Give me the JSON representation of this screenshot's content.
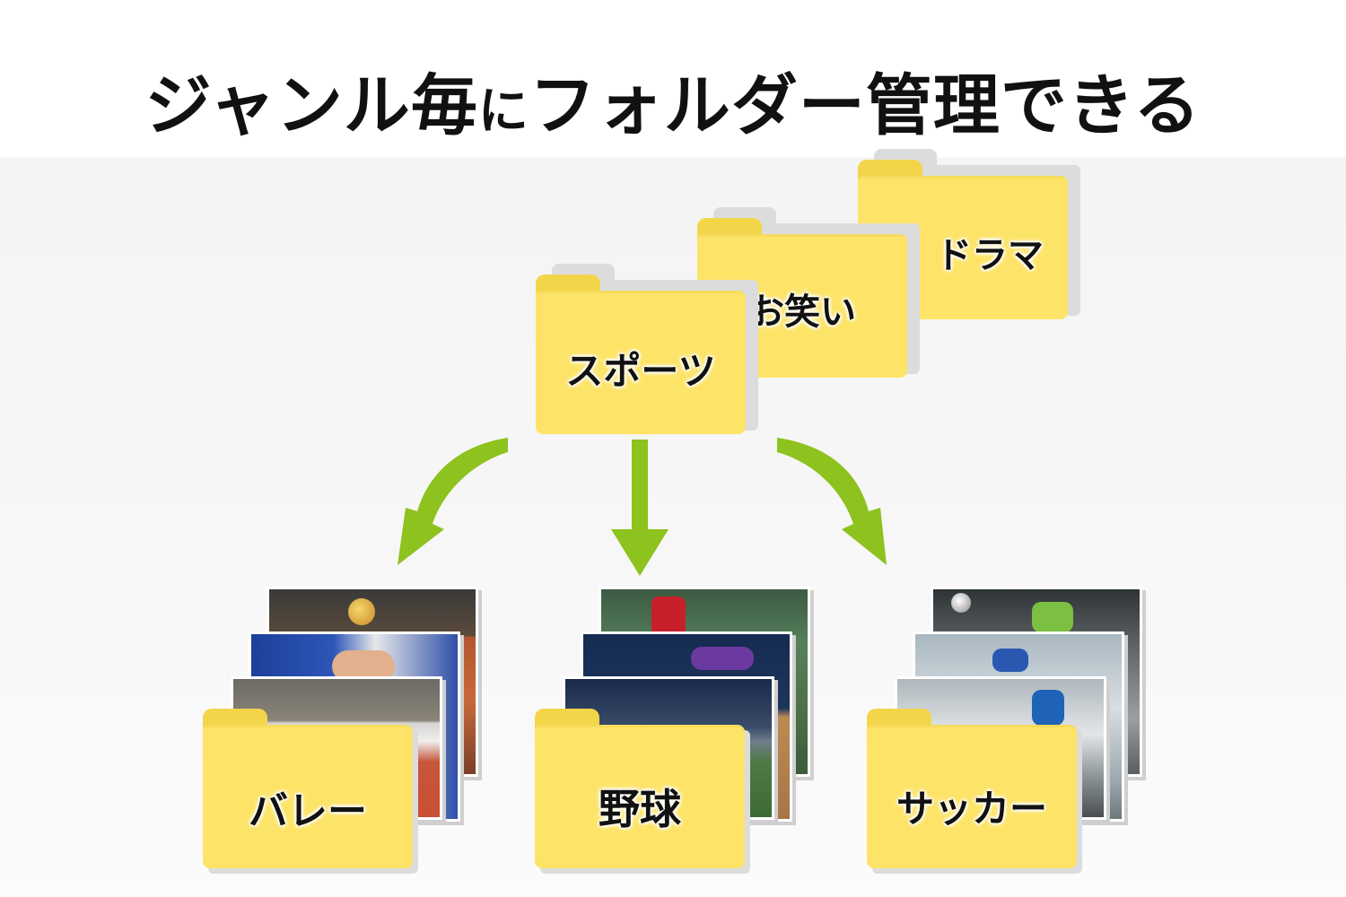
{
  "title": {
    "main": "ジャンル毎",
    "small": "に",
    "rest": "フォルダー管理できる"
  },
  "top_folders": [
    {
      "label": "ドラマ"
    },
    {
      "label": "お笑い"
    },
    {
      "label": "スポーツ"
    }
  ],
  "sub_folders": [
    {
      "label": "バレー",
      "photos": [
        "volleyball-court-photo",
        "volleyball-hands-photo",
        "volleyball-arena-photo"
      ]
    },
    {
      "label": "野球",
      "photos": [
        "baseball-batter-photo",
        "baseball-slide-photo",
        "baseball-stadium-photo"
      ]
    },
    {
      "label": "サッカー",
      "photos": [
        "soccer-goalkeeper-photo",
        "soccer-header-photo",
        "soccer-kick-photo"
      ]
    }
  ],
  "colors": {
    "folder": "#fde469",
    "folder_tab": "#f3d54a",
    "arrow": "#8dc21f",
    "title": "#111111"
  }
}
